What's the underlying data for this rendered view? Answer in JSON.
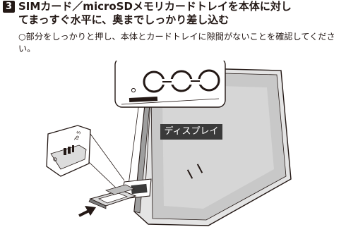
{
  "step": {
    "number": "3",
    "title_line1": "SIMカード／microSDメモリカードトレイを本体に対し",
    "title_line2": "てまっすぐ水平に、奥までしっかり差し込む",
    "body": "○部分をしっかりと押し、本体とカードトレイに隙間がないことを確認してください。"
  },
  "figure": {
    "display_label": "ディスプレイ",
    "inset_label": "To S"
  },
  "colors": {
    "ink": "#231815",
    "tag_bg": "#3a3a3a",
    "body_gray": "#c8c8c8"
  }
}
